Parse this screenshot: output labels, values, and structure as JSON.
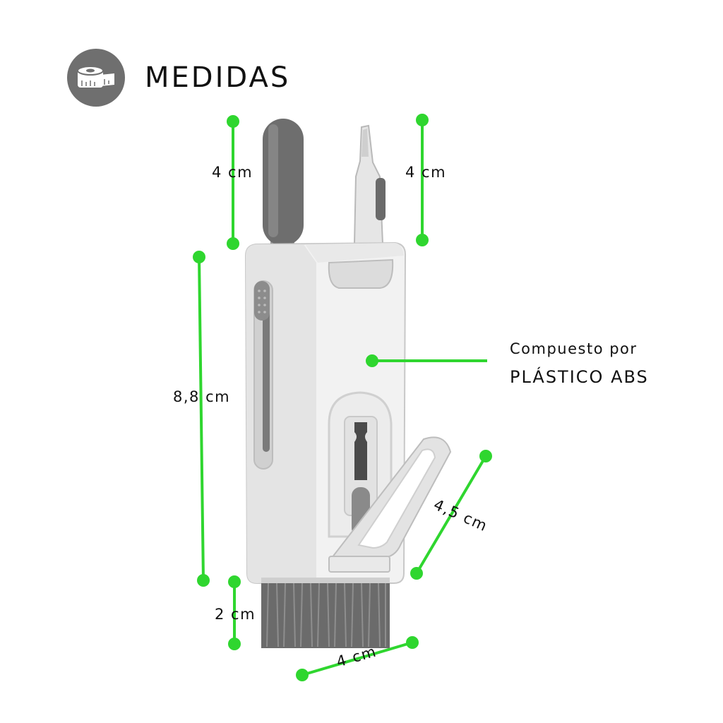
{
  "header": {
    "title": "MEDIDAS",
    "icon": "measuring-tape-icon"
  },
  "measurements": {
    "brush_tip_height": "4 cm",
    "pen_tip_height": "4 cm",
    "body_height": "8,8 cm",
    "bristle_height": "2 cm",
    "base_width": "4 cm",
    "handle_length": "4,5 cm"
  },
  "material_note": {
    "line1": "Compuesto por",
    "line2": "PLÁSTICO ABS"
  },
  "colors": {
    "accent": "#2fd62f",
    "icon_bg": "#6f6f6f",
    "body": "#f2f2f2",
    "dark_gray": "#6b6b6b"
  }
}
